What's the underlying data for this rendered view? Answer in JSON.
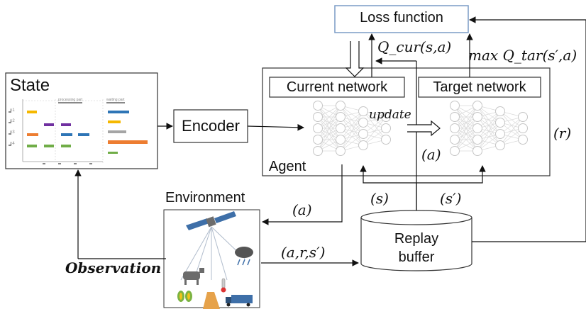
{
  "loss_function": "Loss function",
  "q_cur": "Q_cur(s,a)",
  "max_q_tar": "max Q_tar(s′,a)",
  "state": "State",
  "state_chart": {
    "column_headers": [
      "processing part",
      "waiting part"
    ],
    "row_labels": [
      "p1",
      "p2",
      "p3",
      "p4"
    ],
    "colors": [
      "#f5b800",
      "#7030a0",
      "#2e75b6",
      "#ed7d31",
      "#70ad47",
      "#a5a5a5"
    ]
  },
  "encoder": "Encoder",
  "current_network": "Current network",
  "target_network": "Target network",
  "update": "update",
  "agent": "Agent",
  "r_label": "(r)",
  "a_label_inner": "(a)",
  "s_label": "(s)",
  "s_prime_label": "(s′)",
  "a_label_env": "(a)",
  "environment": "Environment",
  "replay_line1": "Replay",
  "replay_line2": "buffer",
  "transition": "(a,r,s′)",
  "observation": "Observation"
}
